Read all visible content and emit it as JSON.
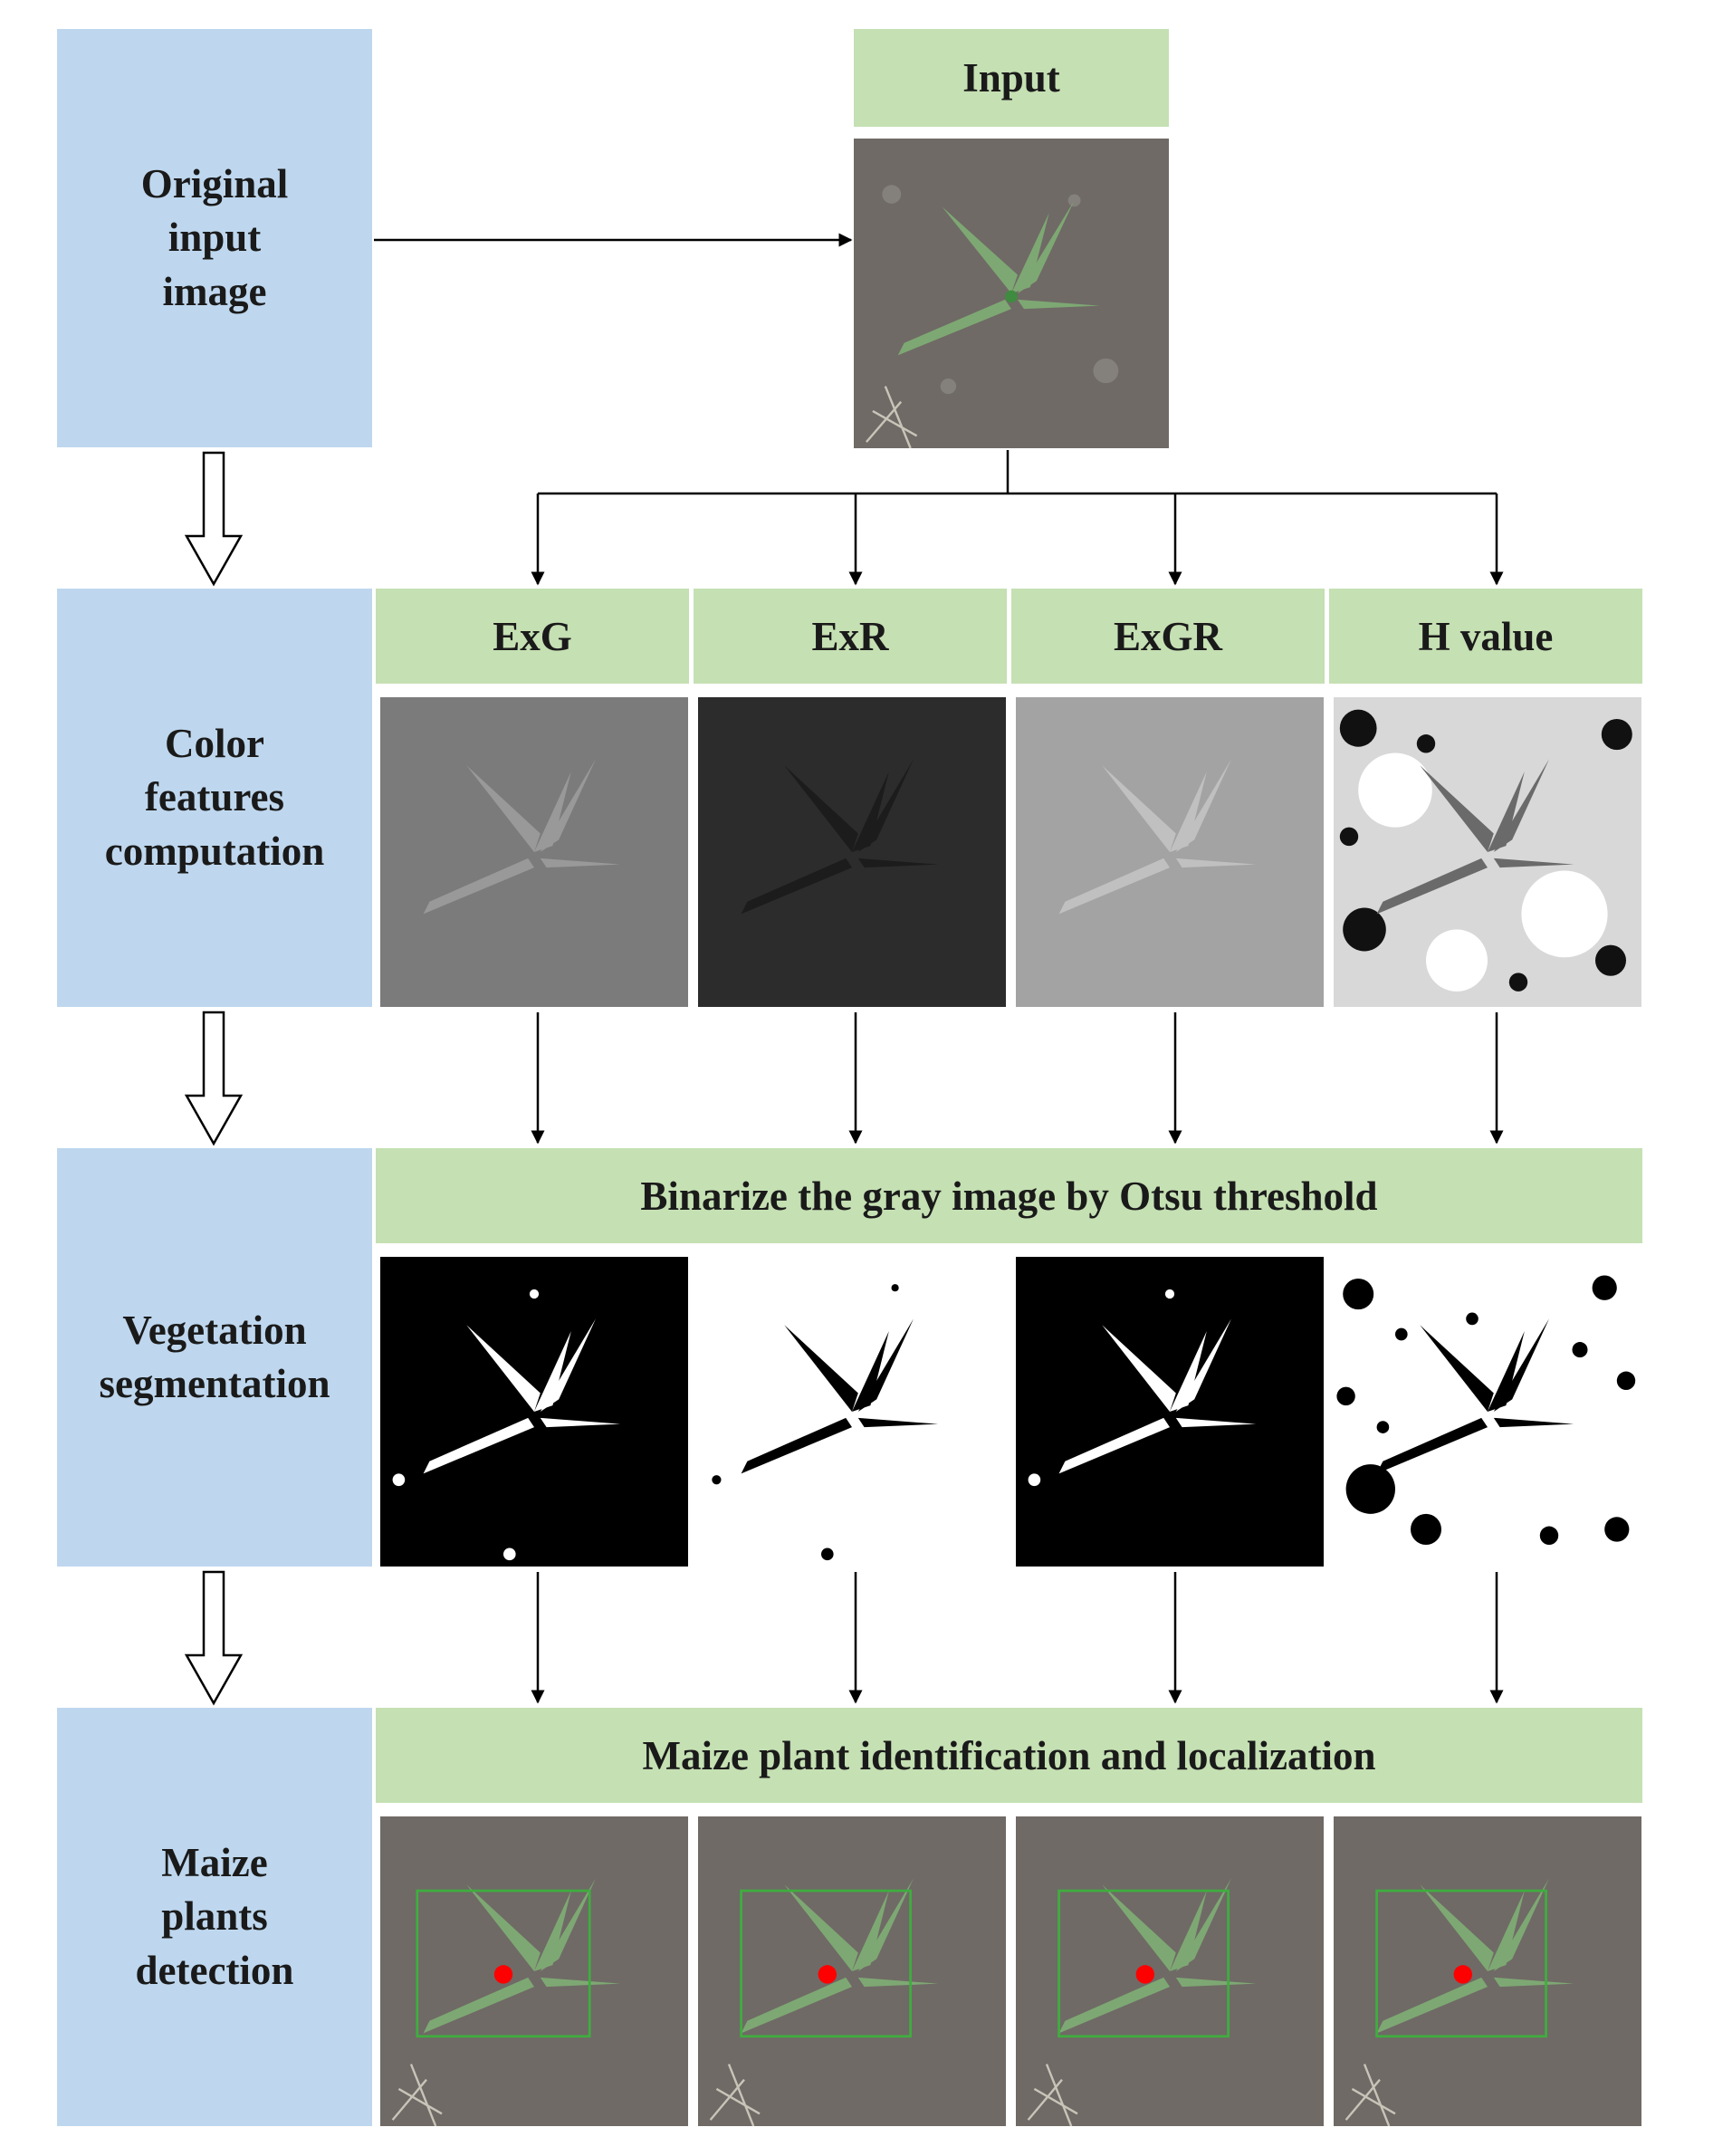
{
  "stages": [
    {
      "label": "Original\ninput\nimage"
    },
    {
      "label": "Color\nfeatures\ncomputation"
    },
    {
      "label": "Vegetation\nsegmentation"
    },
    {
      "label": "Maize\nplants\ndetection"
    }
  ],
  "input_header": "Input",
  "features": [
    "ExG",
    "ExR",
    "ExGR",
    "H value"
  ],
  "binarize_header": "Binarize the gray image by Otsu threshold",
  "detection_header": "Maize plant identification and localization",
  "colors": {
    "stage_box": "#bed7ee",
    "header_box": "#c5e0b3",
    "detection_box": "#3fae3f",
    "detection_point": "#ff0000"
  }
}
